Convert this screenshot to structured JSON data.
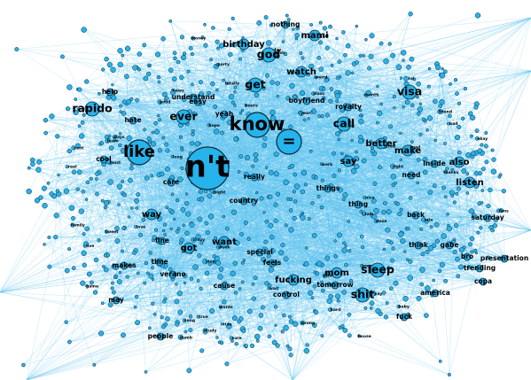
{
  "colors": {
    "background": "#ffffff",
    "edge": "#5bc2ee",
    "node_fill": "#27b3ec",
    "node_stroke": "#0d2a3a",
    "label": "#000000"
  },
  "graph": {
    "nodes": [
      {
        "label": "n't",
        "weight": 10
      },
      {
        "label": "know",
        "weight": 7
      },
      {
        "label": "like",
        "weight": 6
      },
      {
        "label": "=",
        "weight": 6
      },
      {
        "label": "get",
        "weight": 4
      },
      {
        "label": "god",
        "weight": 4
      },
      {
        "label": "rapido",
        "weight": 4
      },
      {
        "label": "call",
        "weight": 4
      },
      {
        "label": "ever",
        "weight": 4
      },
      {
        "label": "visa",
        "weight": 4
      },
      {
        "label": "sleep",
        "weight": 4
      },
      {
        "label": "shit",
        "weight": 4
      },
      {
        "label": "mami",
        "weight": 3
      },
      {
        "label": "watch",
        "weight": 3
      },
      {
        "label": "better",
        "weight": 3
      },
      {
        "label": "make",
        "weight": 3
      },
      {
        "label": "also",
        "weight": 3
      },
      {
        "label": "listen",
        "weight": 3
      },
      {
        "label": "say",
        "weight": 3
      },
      {
        "label": "want",
        "weight": 3
      },
      {
        "label": "got",
        "weight": 3
      },
      {
        "label": "way",
        "weight": 3
      },
      {
        "label": "birthday",
        "weight": 3
      },
      {
        "label": "mom",
        "weight": 3
      },
      {
        "label": "fucking",
        "weight": 3
      },
      {
        "label": "need",
        "weight": 2
      },
      {
        "label": "thing",
        "weight": 2
      },
      {
        "label": "things",
        "weight": 2
      },
      {
        "label": "care",
        "weight": 2
      },
      {
        "label": "back",
        "weight": 2
      },
      {
        "label": "copa",
        "weight": 2
      },
      {
        "label": "fuck",
        "weight": 2
      },
      {
        "label": "help",
        "weight": 2
      },
      {
        "label": "yeah",
        "weight": 2
      },
      {
        "label": "cool",
        "weight": 2
      },
      {
        "label": "royalty",
        "weight": 2
      },
      {
        "label": "boyfriend",
        "weight": 2
      },
      {
        "label": "nothing",
        "weight": 2
      },
      {
        "label": "verano",
        "weight": 2
      },
      {
        "label": "time",
        "weight": 2
      },
      {
        "label": "cause",
        "weight": 2
      },
      {
        "label": "control",
        "weight": 2
      },
      {
        "label": "may",
        "weight": 2
      },
      {
        "label": "think",
        "weight": 2
      },
      {
        "label": "gabe",
        "weight": 2
      },
      {
        "label": "fine",
        "weight": 2
      },
      {
        "label": "country",
        "weight": 2
      },
      {
        "label": "understand",
        "weight": 2
      },
      {
        "label": "hate",
        "weight": 2
      },
      {
        "label": "really",
        "weight": 2
      },
      {
        "label": "easy",
        "weight": 2
      },
      {
        "label": "saturday",
        "weight": 2
      },
      {
        "label": "inside",
        "weight": 2
      },
      {
        "label": "trending",
        "weight": 2
      },
      {
        "label": "special",
        "weight": 2
      },
      {
        "label": "makes",
        "weight": 2
      },
      {
        "label": "tomorrow",
        "weight": 2
      },
      {
        "label": "feels",
        "weight": 2
      },
      {
        "label": "america",
        "weight": 2
      },
      {
        "label": "presentation",
        "weight": 2
      },
      {
        "label": "bro",
        "weight": 2
      },
      {
        "label": "people",
        "weight": 2
      }
    ],
    "minor_labels": [
      "totally",
      "pissed",
      "study",
      "words",
      "most",
      "month",
      "ride",
      "pay",
      "crazy",
      "bad",
      "weird",
      "tired",
      "cute",
      "wait",
      "family",
      "days",
      "fans",
      "talk",
      "mad",
      "late",
      "life",
      "cant",
      "hard",
      "wrong",
      "love",
      "baby",
      "live",
      "dumb",
      "sure",
      "real",
      "long",
      "okay",
      "soon",
      "done",
      "kids",
      "week",
      "work",
      "today",
      "hope",
      "nice",
      "thanks",
      "lol",
      "good",
      "right",
      "night",
      "start",
      "class",
      "tweet",
      "year",
      "friend",
      "hours",
      "house",
      "game",
      "song",
      "stop",
      "true",
      "team",
      "news",
      "money",
      "party"
    ]
  }
}
